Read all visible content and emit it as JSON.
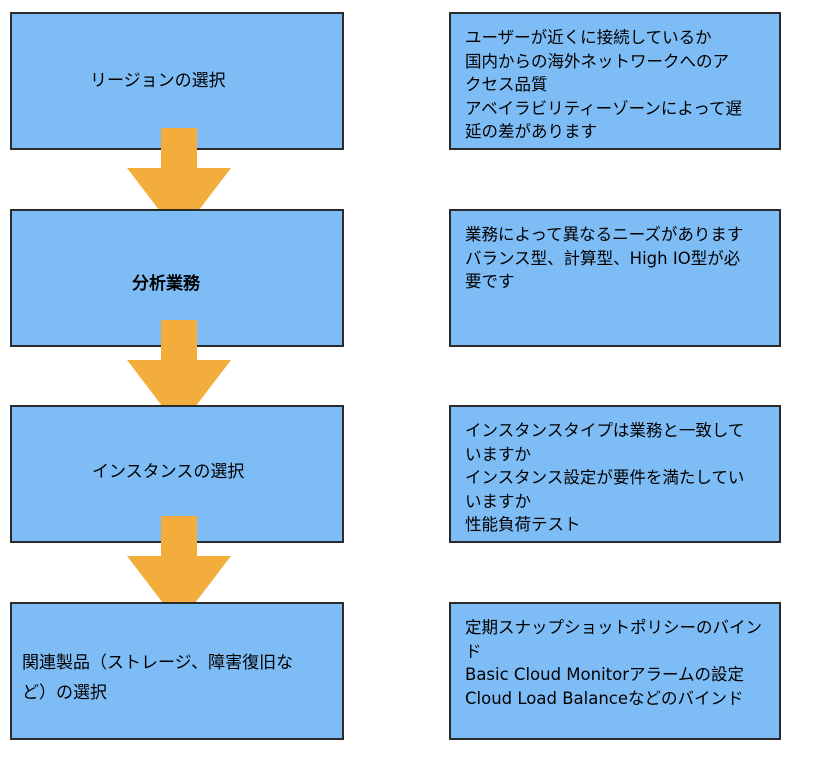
{
  "steps": [
    {
      "label": "リージョンの選択",
      "notes": [
        "ユーザーが近くに接続しているか",
        "国内からの海外ネットワークへのア",
        "クセス品質",
        "アベイラビリティーゾーンによって遅",
        "延の差があります"
      ]
    },
    {
      "label": "分析業務",
      "notes": [
        "業務によって異なるニーズがあります",
        "バランス型、計算型、High IO型が必",
        "要です"
      ]
    },
    {
      "label": "インスタンスの選択",
      "notes": [
        "インスタンスタイプは業務と一致して",
        "いますか",
        "インスタンス設定が要件を満たしてい",
        "いますか",
        "性能負荷テスト"
      ]
    },
    {
      "label_line1": "関連製品（ストレージ、障害復旧な",
      "label_line2": "ど）の選択",
      "notes": [
        "定期スナップショットポリシーのバイン",
        "ド",
        "Basic Cloud Monitorアラームの設定",
        "Cloud Load Balanceなどのバインド"
      ]
    }
  ],
  "colors": {
    "box_fill": "#7ebcf5",
    "border": "#2b2b2b",
    "arrow": "#f2ad3d"
  }
}
